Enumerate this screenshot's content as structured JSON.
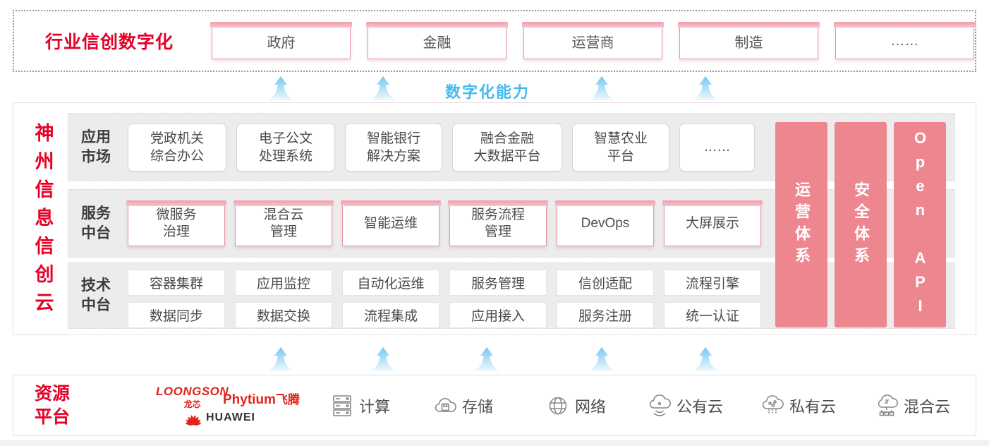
{
  "top": {
    "label": "行业信创数字化",
    "items": [
      "政府",
      "金融",
      "运营商",
      "制造",
      "……"
    ]
  },
  "capability": {
    "label": "数字化能力"
  },
  "main": {
    "title": "神州信息信创云",
    "app_row": {
      "label": "应用\n市场",
      "items": [
        "党政机关\n综合办公",
        "电子公文\n处理系统",
        "智能银行\n解决方案",
        "融合金融\n大数据平台",
        "智慧农业\n平台",
        "……"
      ]
    },
    "service_row": {
      "label": "服务\n中台",
      "items": [
        "微服务\n治理",
        "混合云\n管理",
        "智能运维",
        "服务流程\n管理",
        "DevOps",
        "大屏展示"
      ]
    },
    "tech_row": {
      "label": "技术\n中台",
      "items_top": [
        "容器集群",
        "应用监控",
        "自动化运维",
        "服务管理",
        "信创适配",
        "流程引擎"
      ],
      "items_bottom": [
        "数据同步",
        "数据交换",
        "流程集成",
        "应用接入",
        "服务注册",
        "统一认证"
      ]
    },
    "pillars": [
      "运营体系",
      "安全体系",
      "Open API"
    ]
  },
  "resource": {
    "label": "资源\n平台",
    "logos": {
      "loongson_en": "LOONGSON",
      "loongson_cn": "龙芯",
      "phytium_en": "Phytium",
      "phytium_cn": "飞腾",
      "huawei": "HUAWEI"
    },
    "items": [
      {
        "icon": "compute-icon",
        "label": "计算"
      },
      {
        "icon": "storage-icon",
        "label": "存储"
      },
      {
        "icon": "network-icon",
        "label": "网络"
      },
      {
        "icon": "public-cloud-icon",
        "label": "公有云"
      },
      {
        "icon": "private-cloud-icon",
        "label": "私有云"
      },
      {
        "icon": "hybrid-cloud-icon",
        "label": "混合云"
      }
    ]
  },
  "colors": {
    "brand_red": "#e60028",
    "pink_border": "#e9919f",
    "pillar_pink": "#ee8690",
    "capability_blue": "#45b9ed",
    "row_gray": "#ececec",
    "logo_red": "#e2231a"
  }
}
